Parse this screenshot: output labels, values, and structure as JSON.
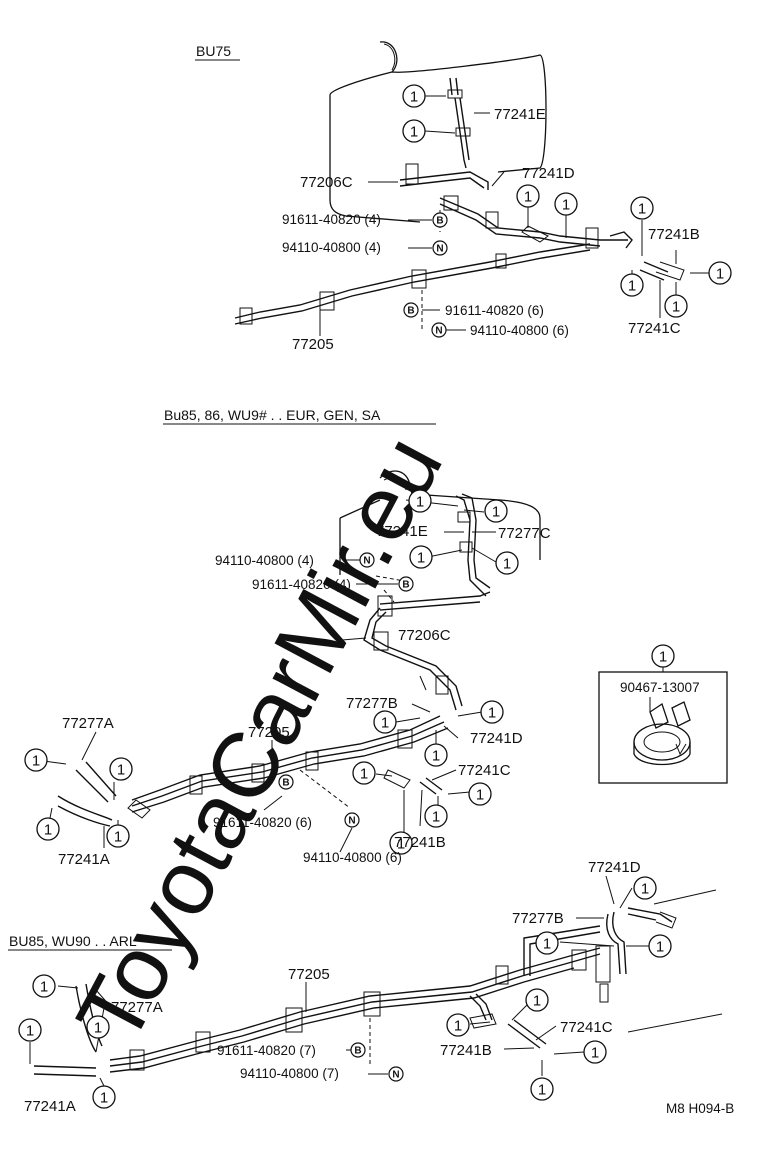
{
  "watermark": "ToyotaCarMir.eu",
  "figure_code": "M8 H094-B",
  "clamp_symbol": "1",
  "bolt_symbol": "B",
  "nut_symbol": "N",
  "sections": {
    "bu75": {
      "header": "BU75",
      "labels": {
        "p77241e": "77241E",
        "p77241d": "77241D",
        "p77206c": "77206C",
        "p91611_4": "91611-40820 (4)",
        "p94110_4": "94110-40800 (4)",
        "p77241b": "77241B",
        "p91611_6": "91611-40820 (6)",
        "p94110_6": "94110-40800 (6)",
        "p77205": "77205",
        "p77241c": "77241C"
      }
    },
    "bu85": {
      "header": "Bu85, 86, WU9# . . EUR, GEN, SA",
      "labels": {
        "p77241e": "77241E",
        "p77277c": "77277C",
        "p94110_4": "94110-40800 (4)",
        "p91611_4": "91611-40820 (4)",
        "p77206c": "77206C",
        "p77277b": "77277B",
        "p77241d": "77241D",
        "p77277a": "77277A",
        "p77205": "77205",
        "p77241c": "77241C",
        "p91611_6": "91611-40820 (6)",
        "p94110_6": "94110-40800 (6)",
        "p77241b": "77241B",
        "p77241a": "77241A"
      }
    },
    "inset": {
      "part": "90467-13007"
    },
    "bu85arl": {
      "header": "BU85, WU90 . . ARL",
      "labels": {
        "p77241d": "77241D",
        "p77277b": "77277B",
        "p77205": "77205",
        "p77277a": "77277A",
        "p77241c": "77241C",
        "p91611_7": "91611-40820 (7)",
        "p94110_7": "94110-40800 (7)",
        "p77241b": "77241B",
        "p77241a": "77241A"
      }
    }
  }
}
